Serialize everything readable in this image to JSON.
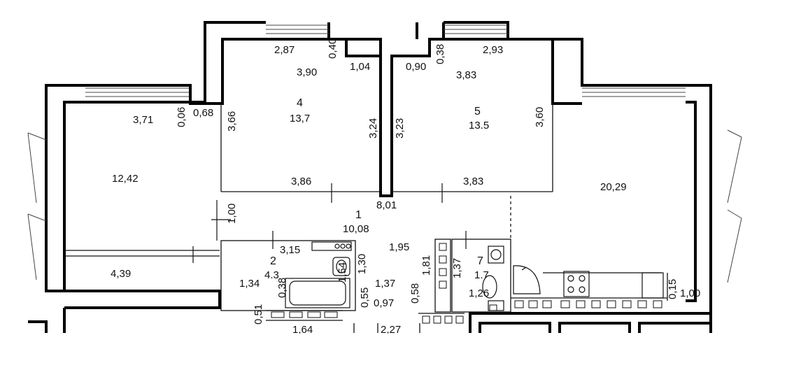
{
  "colors": {
    "wall": "#000000",
    "line": "#111111",
    "background": "#ffffff"
  },
  "rooms": {
    "r1": {
      "number": "1",
      "area": "10,08"
    },
    "r2": {
      "number": "2",
      "area": "4.3"
    },
    "r4": {
      "number": "4",
      "area": "13,7"
    },
    "r5": {
      "number": "5",
      "area": "13.5"
    },
    "r7": {
      "number": "7",
      "area": "1.7"
    },
    "kitchen": {
      "area": "20,29"
    },
    "bedroom": {
      "area": "12,42"
    },
    "loggia": {
      "area": "4,39"
    }
  },
  "dims": {
    "d1": "2,87",
    "d2": "0,40",
    "d3": "1,04",
    "d4": "0,90",
    "d5": "0,38",
    "d6": "2,93",
    "d7": "3,90",
    "d8": "3,83",
    "d9": "3,71",
    "d10": "0,06",
    "d11": "0,68",
    "d12": "3,66",
    "d13": "3,24",
    "d14": "3,23",
    "d15": "3,60",
    "d16": "3,86",
    "d17": "3,83",
    "d18": "8,01",
    "d19": "1,00",
    "d20": "3,15",
    "d21": "1,95",
    "d22": "1,30",
    "d23": "1,54",
    "d24": "1,34",
    "d25": "0,38",
    "d26": "1,37",
    "d27": "1,81",
    "d28": "1,37",
    "d29": "0,58",
    "d30": "0,55",
    "d31": "0,97",
    "d32": "0,51",
    "d33": "1,64",
    "d34": "1,26",
    "d35": "0,15",
    "d36": "1,00",
    "d37": "2,27"
  }
}
